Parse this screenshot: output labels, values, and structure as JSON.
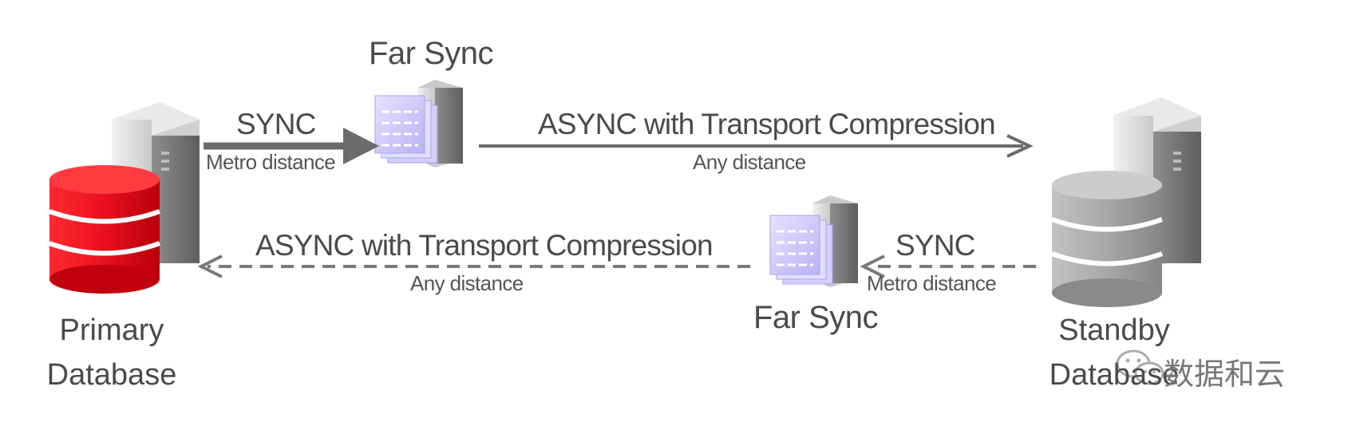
{
  "nodes": {
    "primary": {
      "label_line1": "Primary",
      "label_line2": "Database",
      "color": "#e8101e"
    },
    "standby": {
      "label_line1": "Standby",
      "label_line2": "Database",
      "color": "#a8a8a8"
    },
    "far_sync_top": {
      "label": "Far Sync"
    },
    "far_sync_bottom": {
      "label": "Far Sync"
    }
  },
  "flows": {
    "primary_to_farsync": {
      "mode": "SYNC",
      "distance": "Metro distance"
    },
    "farsync_to_standby": {
      "mode": "ASYNC with Transport Compression",
      "distance": "Any distance"
    },
    "standby_to_farsync": {
      "mode": "SYNC",
      "distance": "Metro distance"
    },
    "farsync_to_primary": {
      "mode": "ASYNC with Transport Compression",
      "distance": "Any distance"
    }
  },
  "watermark": {
    "text": "数据和云"
  }
}
